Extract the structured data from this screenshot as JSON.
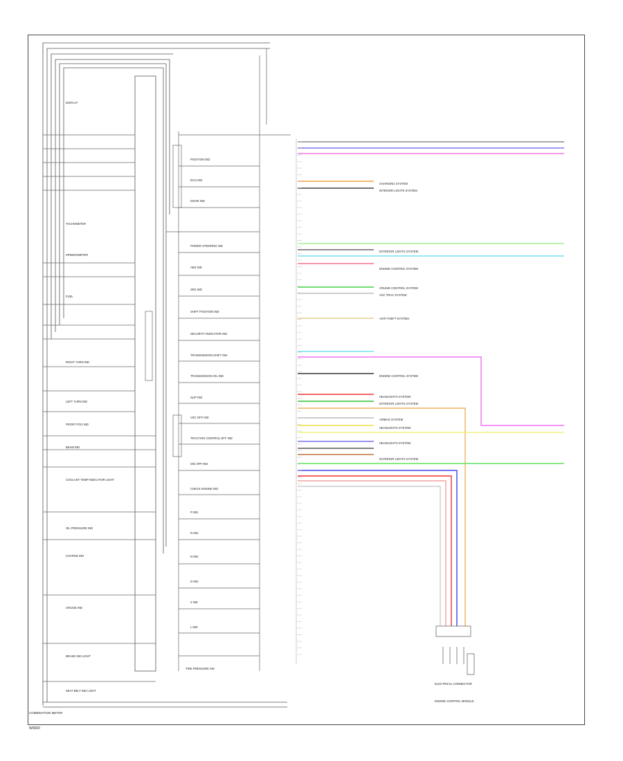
{
  "diagram": {
    "footer": "W0000",
    "meter_caption": "COMBINATION METER",
    "tire_caption": "TIRE PRESSURE SW",
    "left_labels": [
      "DISPLAY",
      "TACHOMETER",
      "SPEEDOMETER",
      "FUEL",
      "RIGHT TURN IND",
      "LEFT TURN IND",
      "FRONT FOG IND",
      "BEAM IND",
      "COOLANT TEMP INDICATOR LIGHT",
      "OIL PRESSURE IND",
      "CHARGE IND",
      "CRUISE IND",
      "BRAKE IND LIGHT",
      "SEAT BELT IND LIGHT"
    ],
    "center_labels": [
      "POSITION IND",
      "ECO IND",
      "DOOR IND",
      "POWER STEERING IND",
      "ABS IND",
      "SRS IND",
      "SHIFT POSITION IND",
      "SECURITY INDICATOR IND",
      "TRANSMISSION SHIFT IND",
      "TRANSMISSION OIL IND",
      "SLIP IND",
      "VSC OFF IND",
      "TRACTION CONTROL OFF IND",
      "O/D OFF IND",
      "CHECK ENGINE IND",
      "P IND",
      "R IND",
      "N IND",
      "D IND",
      "2 IND",
      "L IND"
    ],
    "right_labels": [
      "CHARGING SYSTEM",
      "INTERIOR LIGHTS SYSTEM",
      "EXTERIOR LIGHTS SYSTEM",
      "ENGINE CONTROL SYSTEM",
      "CRUISE CONTROL SYSTEM",
      "VSC TRAC SYSTEM",
      "ANTI-THEFT SYSTEM",
      "ENGINE CONTROL SYSTEM",
      "HEADLIGHTS SYSTEM",
      "EXTERIOR LIGHTS SYSTEM",
      "AIRBAG SYSTEM",
      "HEADLIGHTS SYSTEM",
      "HEADLIGHTS SYSTEM",
      "EXTERIOR LIGHTS SYSTEM"
    ],
    "sensor_caption": "ELECTRICAL CONNECTOR",
    "sensor_caption2": "ENGINE CONTROL MODULE"
  }
}
